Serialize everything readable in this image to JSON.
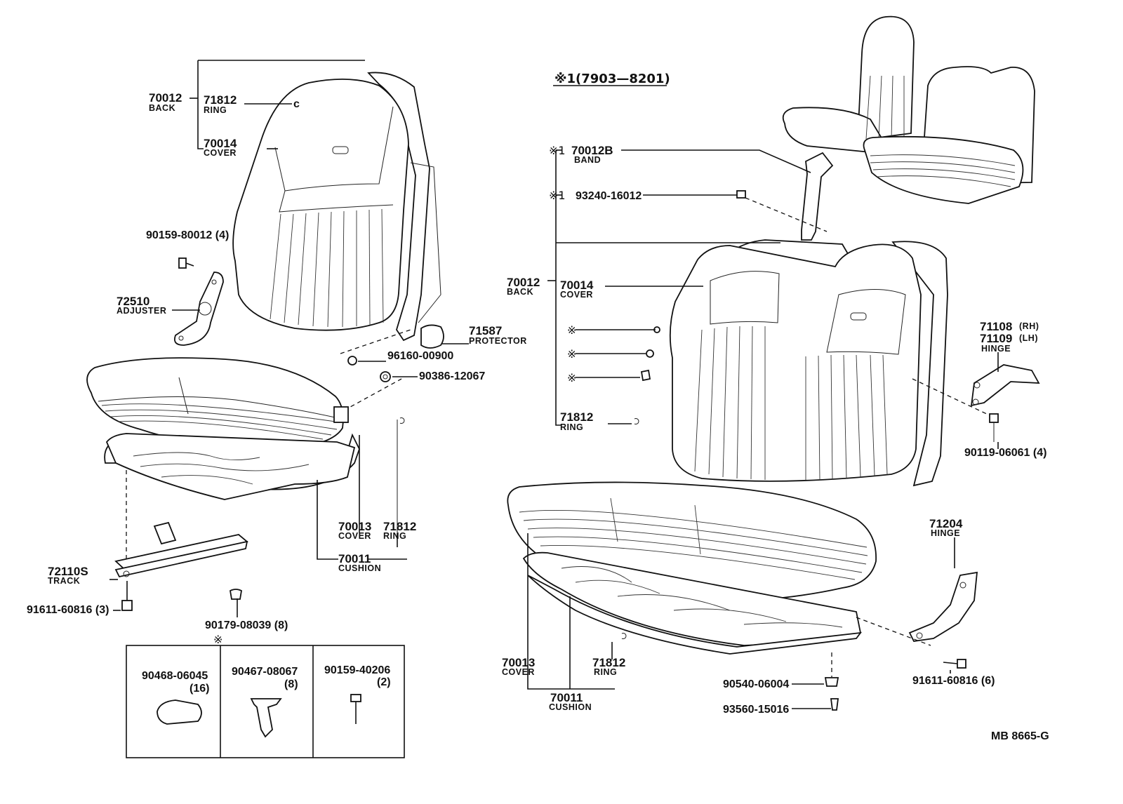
{
  "header": {
    "variant_note": "※1(7903—8201)"
  },
  "mark_symbol": "※",
  "mark_symbol_one": "※1",
  "left_seat": {
    "back": {
      "number": "70012",
      "name": "BACK"
    },
    "ring_back": {
      "number": "71812",
      "name": "RING"
    },
    "cover_back": {
      "number": "70014",
      "name": "COVER"
    },
    "adjuster_bolt": {
      "number": "90159-80012 (4)"
    },
    "adjuster": {
      "number": "72510",
      "name": "ADJUSTER"
    },
    "protector": {
      "number": "71587",
      "name": "PROTECTOR"
    },
    "washer": {
      "number": "96160-00900"
    },
    "bolt": {
      "number": "90386-12067"
    },
    "cover_cushion": {
      "number": "70013",
      "name": "COVER"
    },
    "ring_cushion": {
      "number": "71812",
      "name": "RING"
    },
    "cushion": {
      "number": "70011",
      "name": "CUSHION"
    },
    "track": {
      "number": "72110S",
      "name": "TRACK"
    },
    "track_bolt": {
      "number": "91611-60816 (3)"
    },
    "clip": {
      "number": "90179-08039 (8)"
    }
  },
  "fastener_box": {
    "items": [
      {
        "number": "90468-06045",
        "qty": "(16)"
      },
      {
        "number": "90467-08067",
        "qty": "(8)"
      },
      {
        "number": "90159-40206",
        "qty": "(2)"
      }
    ]
  },
  "right_seat": {
    "band": {
      "number": "70012B",
      "name": "BAND"
    },
    "band_bolt": {
      "number": "93240-16012"
    },
    "back": {
      "number": "70012",
      "name": "BACK"
    },
    "cover_back": {
      "number": "70014",
      "name": "COVER"
    },
    "ring_back": {
      "number": "71812",
      "name": "RING"
    },
    "hinge_rh": {
      "number": "71108",
      "suffix": "(RH)"
    },
    "hinge_lh": {
      "number": "71109",
      "suffix": "(LH)",
      "name": "HINGE"
    },
    "hinge_bolt": {
      "number": "90119-06061 (4)"
    },
    "hinge_lower": {
      "number": "71204",
      "name": "HINGE"
    },
    "hinge_lower_bolt": {
      "number": "91611-60816 (6)"
    },
    "cover_cushion": {
      "number": "70013",
      "name": "COVER"
    },
    "ring_cushion": {
      "number": "71812",
      "name": "RING"
    },
    "cushion": {
      "number": "70011",
      "name": "CUSHION"
    },
    "spacer": {
      "number": "90540-06004"
    },
    "screw": {
      "number": "93560-15016"
    }
  },
  "drawing_code": "MB  8665-G"
}
